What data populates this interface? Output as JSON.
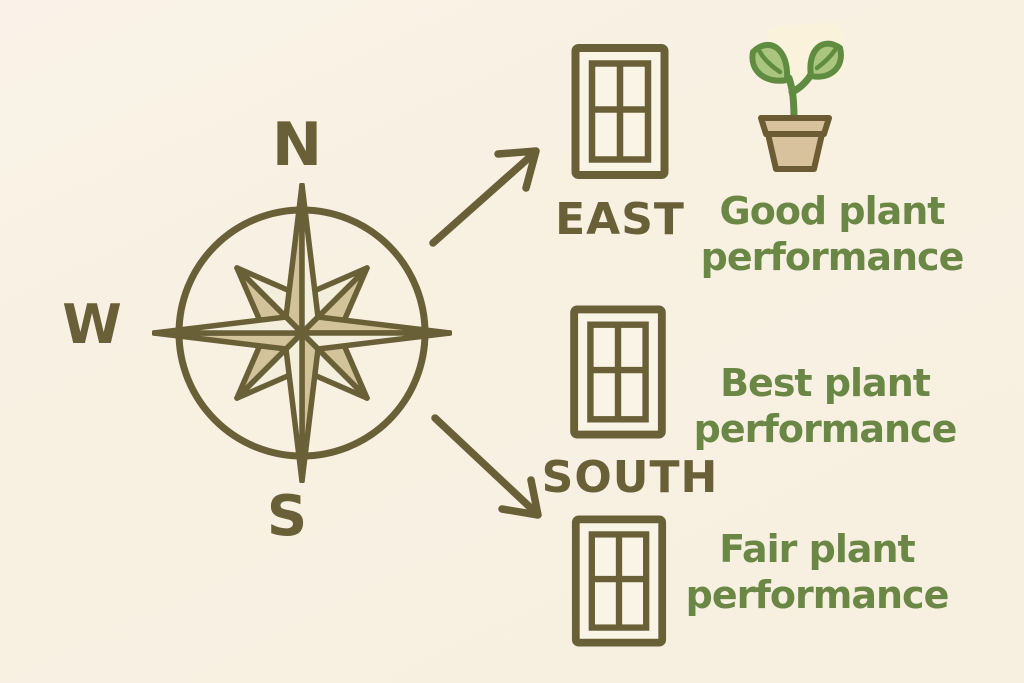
{
  "colors": {
    "background": "#f8f1e3",
    "line_olive": "#6a6038",
    "star_tan": "#d2c39a",
    "star_light": "#f4eedd",
    "text_green": "#6b8746",
    "window_fill": "#faf4e6",
    "pot_fill": "#d8c29d",
    "pot_outline": "#6b5c33",
    "leaf_fill": "#a9c57e",
    "leaf_outline": "#5f8c41"
  },
  "compass": {
    "north_label": "N",
    "west_label": "W",
    "south_label": "S"
  },
  "windows": [
    {
      "label": "EAST",
      "outcome_line1": "Good plant",
      "outcome_line2": "performance"
    },
    {
      "label": "SOUTH",
      "outcome_line1": "Best plant",
      "outcome_line2": "performance"
    },
    {
      "label": "",
      "outcome_line1": "Fair plant",
      "outcome_line2": "performance"
    }
  ],
  "icons": {
    "compass": "compass-rose-icon",
    "window": "window-icon",
    "plant": "potted-plant-icon",
    "arrow_to_east": "arrow-northeast-icon",
    "arrow_to_south": "arrow-southeast-icon"
  }
}
